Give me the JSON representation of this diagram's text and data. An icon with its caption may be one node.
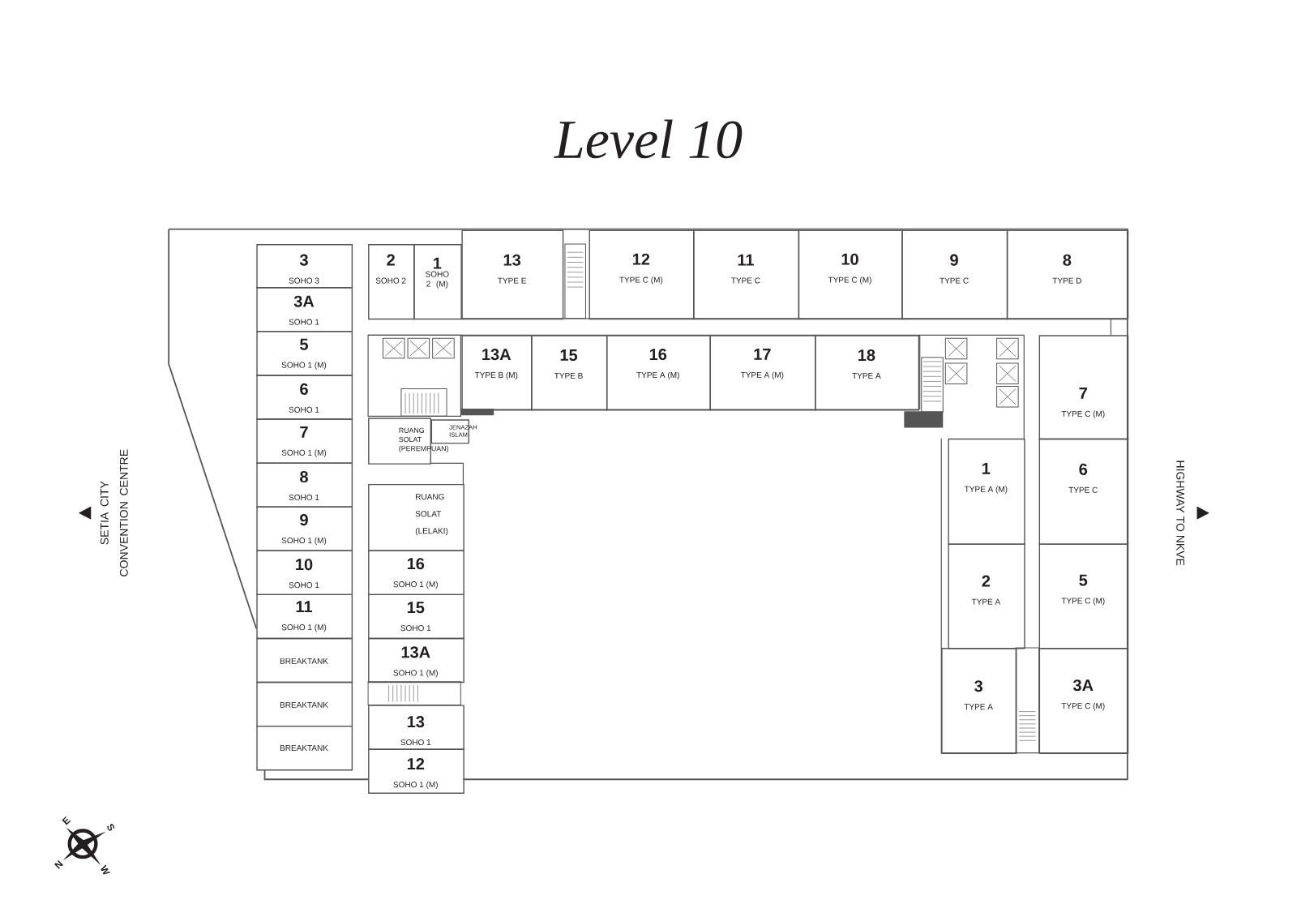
{
  "diagram": {
    "title": "Level 10",
    "nodes": [
      {
        "text": [
          "3",
          "SOHO 3"
        ]
      },
      {
        "text": [
          "3A",
          "SOHO 1"
        ]
      },
      {
        "text": [
          "5",
          "SOHO 1 (M)"
        ]
      },
      {
        "text": [
          "6",
          "SOHO 1"
        ]
      },
      {
        "text": [
          "7",
          "SOHO 1 (M)"
        ]
      },
      {
        "text": [
          "8",
          "SOHO 1"
        ]
      },
      {
        "text": [
          "9",
          "SOHO 1 (M)"
        ]
      },
      {
        "text": [
          "10",
          "SOHO 1"
        ]
      },
      {
        "text": [
          "11",
          "SOHO 1 (M)"
        ]
      },
      {
        "text": [
          "BREAKTANK"
        ]
      },
      {
        "text": [
          "BREAKTANK"
        ]
      },
      {
        "text": [
          "BREAKTANK"
        ]
      },
      {
        "text": [
          "2",
          "SOHO 2"
        ]
      },
      {
        "text": [
          "1",
          "SOHO 2 (M)"
        ]
      },
      {
        "text": [
          "RUANG SOLAT (PEREMPUAN)"
        ]
      },
      {
        "text": [
          "JENAZAH ISLAM"
        ]
      },
      {
        "text": [
          "RUANG SOLAT (LELAKI)"
        ]
      },
      {
        "text": [
          "16",
          "SOHO 1 (M)"
        ]
      },
      {
        "text": [
          "15",
          "SOHO 1"
        ]
      },
      {
        "text": [
          "13A",
          "SOHO 1 (M)"
        ]
      },
      {
        "text": [
          "13",
          "SOHO 1"
        ]
      },
      {
        "text": [
          "12",
          "SOHO 1 (M)"
        ]
      },
      {
        "text": [
          "13",
          "TYPE E"
        ]
      },
      {
        "text": [
          "12",
          "TYPE C (M)"
        ]
      },
      {
        "text": [
          "11",
          "TYPE C"
        ]
      },
      {
        "text": [
          "10",
          "TYPE C (M)"
        ]
      },
      {
        "text": [
          "9",
          "TYPE C"
        ]
      },
      {
        "text": [
          "8",
          "TYPE D"
        ]
      },
      {
        "text": [
          "13A",
          "TYPE B (M)"
        ]
      },
      {
        "text": [
          "15",
          "TYPE B"
        ]
      },
      {
        "text": [
          "16",
          "TYPE A (M)"
        ]
      },
      {
        "text": [
          "17",
          "TYPE A (M)"
        ]
      },
      {
        "text": [
          "18",
          "TYPE A"
        ]
      },
      {
        "text": [
          "7",
          "TYPE C (M)"
        ]
      },
      {
        "text": [
          "1",
          "TYPE A (M)"
        ]
      },
      {
        "text": [
          "6",
          "TYPE C"
        ]
      },
      {
        "text": [
          "2",
          "TYPE A"
        ]
      },
      {
        "text": [
          "5",
          "TYPE C (M)"
        ]
      },
      {
        "text": [
          "3",
          "TYPE A"
        ]
      },
      {
        "text": [
          "3A",
          "TYPE C (M)"
        ]
      }
    ],
    "edges": [],
    "labels": [
      "SETIA CITY CONVENTION CENTRE",
      "HIGHWAY TO NKVE",
      "E",
      "S",
      "N",
      "W"
    ]
  }
}
